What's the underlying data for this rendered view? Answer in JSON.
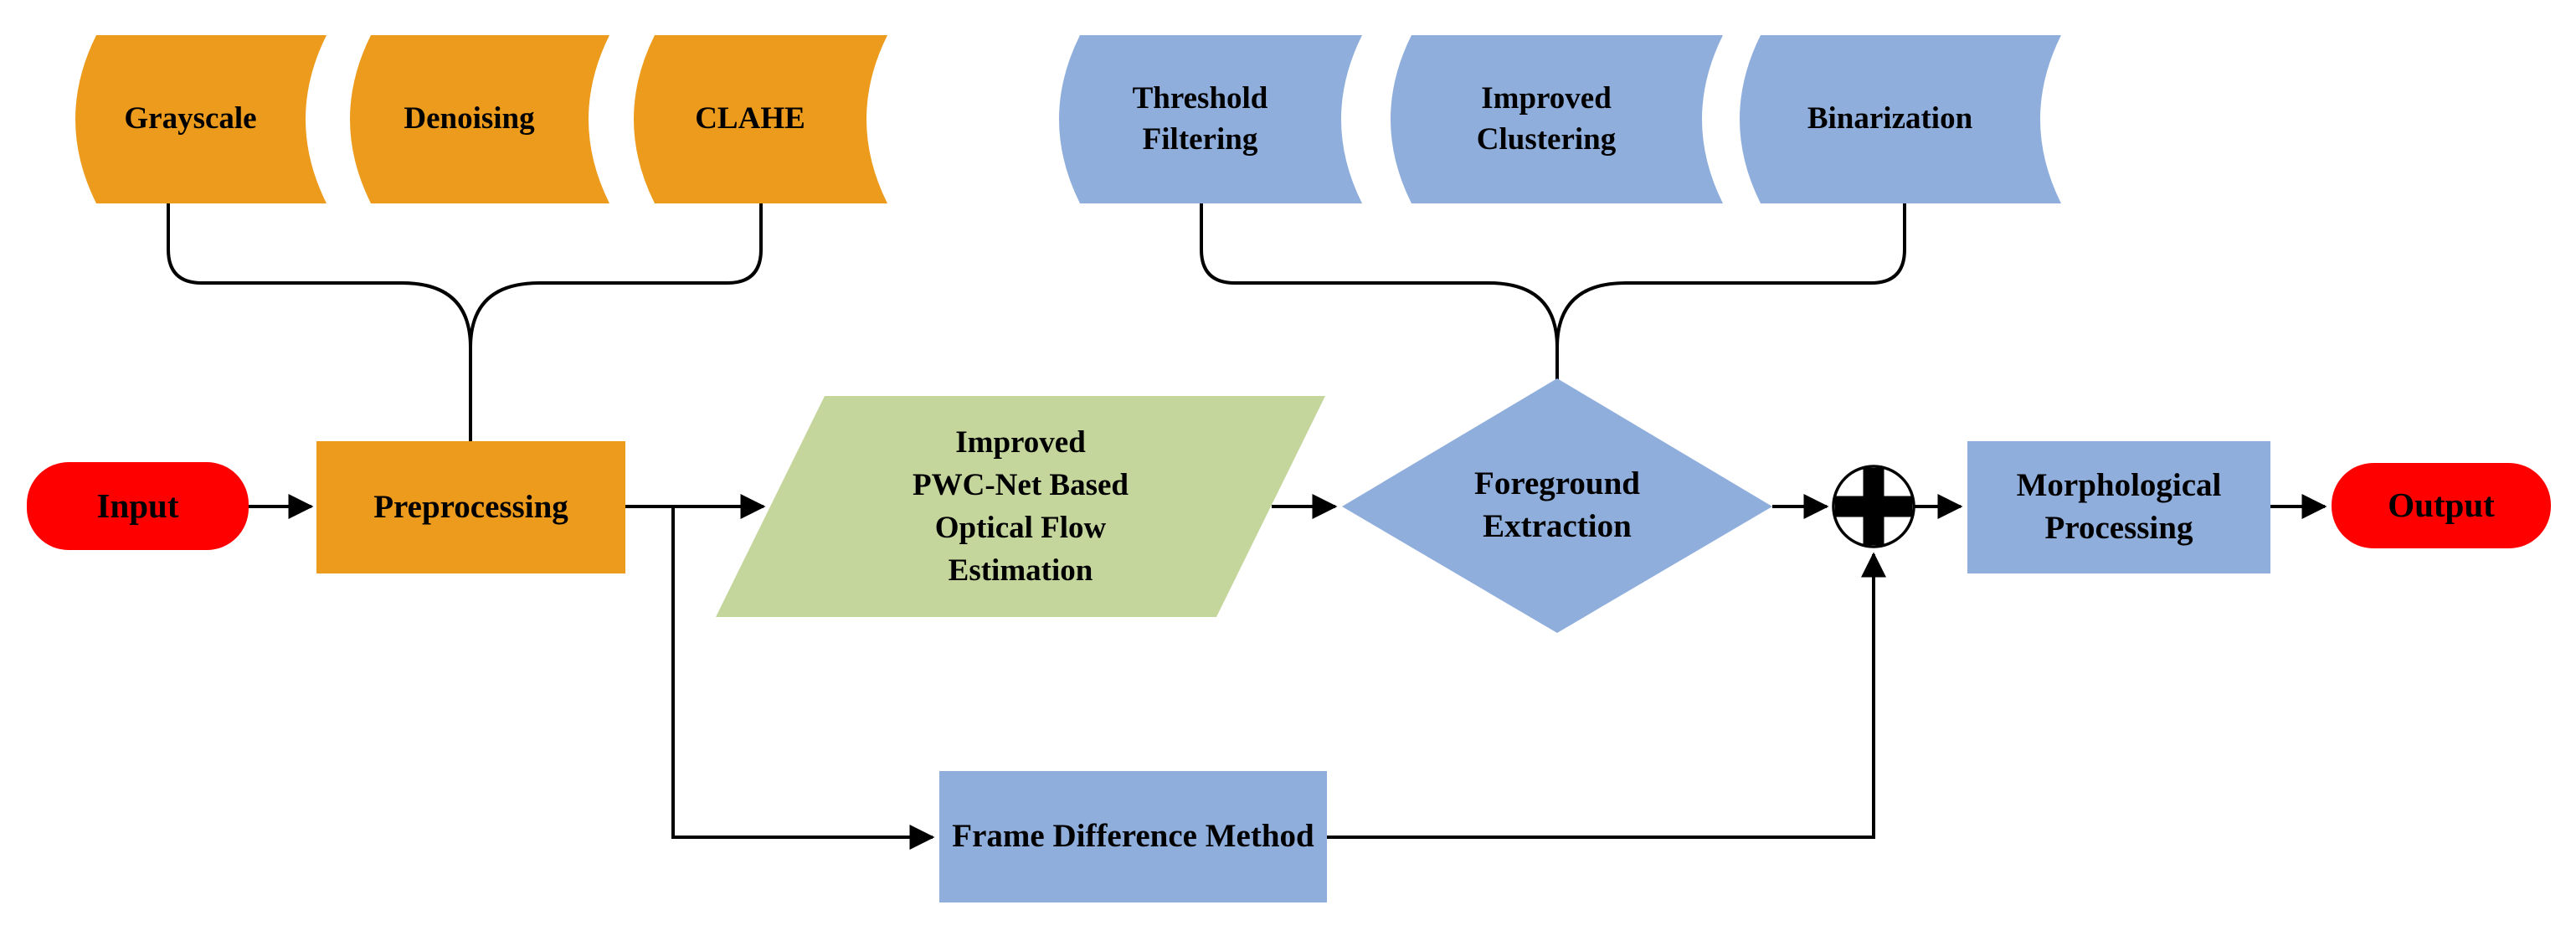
{
  "diagram": {
    "type": "flowchart",
    "description": "Moving object detection pipeline flowchart",
    "colors": {
      "card_orange": "#EC9B1C",
      "card_blue": "#8FAEDC",
      "process_green": "#C4D69C",
      "terminal_red": "#FF0000",
      "line_black": "#000000",
      "text_black": "#000000",
      "background": "#FFFFFF"
    },
    "nodes": {
      "input": {
        "label": "Input",
        "shape": "rounded-terminal"
      },
      "preprocessing": {
        "label": "Preprocessing",
        "shape": "rectangle"
      },
      "optical_flow": {
        "label": "Improved PWC-Net Based Optical Flow Estimation",
        "lines": [
          "Improved",
          "PWC-Net Based",
          "Optical Flow",
          "Estimation"
        ],
        "shape": "parallelogram"
      },
      "foreground_extraction": {
        "label": "Foreground Extraction",
        "lines": [
          "Foreground",
          "Extraction"
        ],
        "shape": "diamond"
      },
      "sum_junction": {
        "label": "",
        "symbol": "+",
        "shape": "circle-plus"
      },
      "morphological_processing": {
        "label": "Morphological Processing",
        "lines": [
          "Morphological",
          "Processing"
        ],
        "shape": "rectangle"
      },
      "frame_difference": {
        "label": "Frame Difference Method",
        "shape": "rectangle"
      },
      "output": {
        "label": "Output",
        "shape": "rounded-terminal"
      }
    },
    "method_groups": {
      "preprocessing_methods": {
        "attached_to": "Preprocessing",
        "items": [
          {
            "label": "Grayscale",
            "lines": [
              "Grayscale"
            ]
          },
          {
            "label": "Denoising",
            "lines": [
              "Denoising"
            ]
          },
          {
            "label": "CLAHE",
            "lines": [
              "CLAHE"
            ]
          }
        ]
      },
      "extraction_methods": {
        "attached_to": "Foreground Extraction",
        "items": [
          {
            "label": "Threshold Filtering",
            "lines": [
              "Threshold",
              "Filtering"
            ]
          },
          {
            "label": "Improved Clustering",
            "lines": [
              "Improved",
              "Clustering"
            ]
          },
          {
            "label": "Binarization",
            "lines": [
              "Binarization"
            ]
          }
        ]
      }
    },
    "edges": [
      "Input -> Preprocessing",
      "Preprocessing -> Improved PWC-Net Based Optical Flow Estimation",
      "Preprocessing -> Frame Difference Method",
      "Improved PWC-Net Based Optical Flow Estimation -> Foreground Extraction",
      "Foreground Extraction -> sum",
      "Frame Difference Method -> sum",
      "sum -> Morphological Processing",
      "Morphological Processing -> Output",
      "{Grayscale, Denoising, CLAHE} => Preprocessing",
      "{Threshold Filtering, Improved Clustering, Binarization} => Foreground Extraction"
    ]
  }
}
